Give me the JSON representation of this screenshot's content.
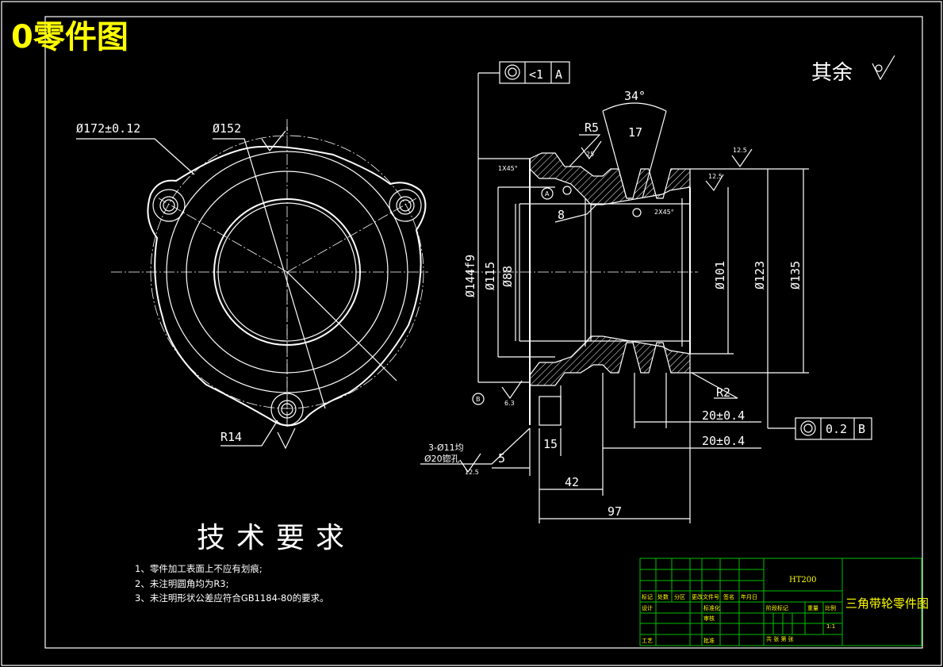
{
  "title": "0零件图",
  "surface_finish_note": "其余",
  "tolerance_frames": {
    "top": {
      "symbol": "◎",
      "value": "<1",
      "datum": "A"
    },
    "right": {
      "symbol": "◎",
      "value": "0.2",
      "datum": "B"
    }
  },
  "front_view_dims": {
    "d172": "Ø172±0.12",
    "d152": "Ø152",
    "r14": "R14"
  },
  "section_dims": {
    "angle": "34°",
    "r5": "R5",
    "w17": "17",
    "chamfer1": "1X45°",
    "chamfer2": "2X45°",
    "d8": "8",
    "r2": "R2",
    "d144": "Ø144f9",
    "d115": "Ø115",
    "d88": "Ø88",
    "d101": "Ø101",
    "d123": "Ø123",
    "d135": "Ø135",
    "dim20a": "20±0.4",
    "dim20b": "20±0.4",
    "dim15": "15",
    "dim5": "5",
    "dim42": "42",
    "dim97": "97",
    "holes1": "3-Ø11均",
    "holes2": "Ø20锪孔",
    "ra25": "25",
    "ra63": "6.3",
    "ra125a": "12.5",
    "ra125b": "12.5",
    "ra125c": "12.5",
    "datum_a": "A",
    "datum_b": "B"
  },
  "requirements": {
    "heading": "技术要求",
    "items": [
      "1、零件加工表面上不应有划痕;",
      "2、未注明圆角均为R3;",
      "3、未注明形状公差应符合GB1184-80的要求。"
    ]
  },
  "title_block": {
    "material": "HT200",
    "part_name": "三角带轮零件图",
    "col_headers": [
      "标记",
      "处数",
      "分区",
      "更改文件号",
      "签名",
      "年月日"
    ],
    "row_design": "设计",
    "row_std": "标准化",
    "row_check": "审核",
    "row_craft": "工艺",
    "row_approve": "批准",
    "stage_mark": "阶段标记",
    "weight": "重量",
    "scale": "比例",
    "scale_value": "1:1",
    "sheets": "共 张 第 张",
    "reviewed": "审核",
    "approved": "批准"
  },
  "colors": {
    "background": "#000000",
    "lines": "#ffffff",
    "title": "#ffff00",
    "title_block": "#00c000"
  }
}
